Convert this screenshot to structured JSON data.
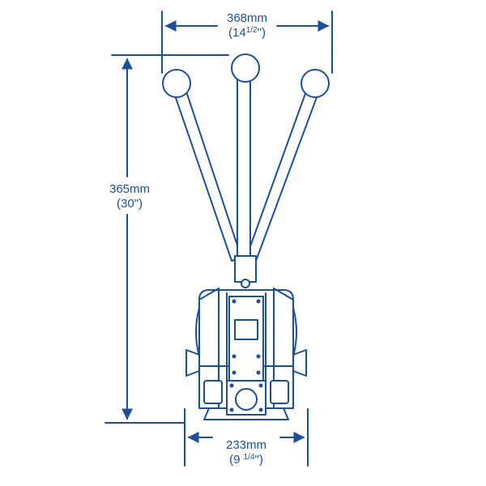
{
  "colors": {
    "line": "#1a4f9c",
    "fill": "#ffffff"
  },
  "dimensions": {
    "top_width": {
      "metric": "368mm",
      "imperial_open": "(14",
      "imperial_frac": "1/2",
      "imperial_close": "\")"
    },
    "height": {
      "metric": "365mm",
      "imperial": "(30\")"
    },
    "base_width": {
      "metric": "233mm",
      "imperial_open": "(9 ",
      "imperial_frac": "1/4",
      "imperial_close": "\")"
    }
  }
}
